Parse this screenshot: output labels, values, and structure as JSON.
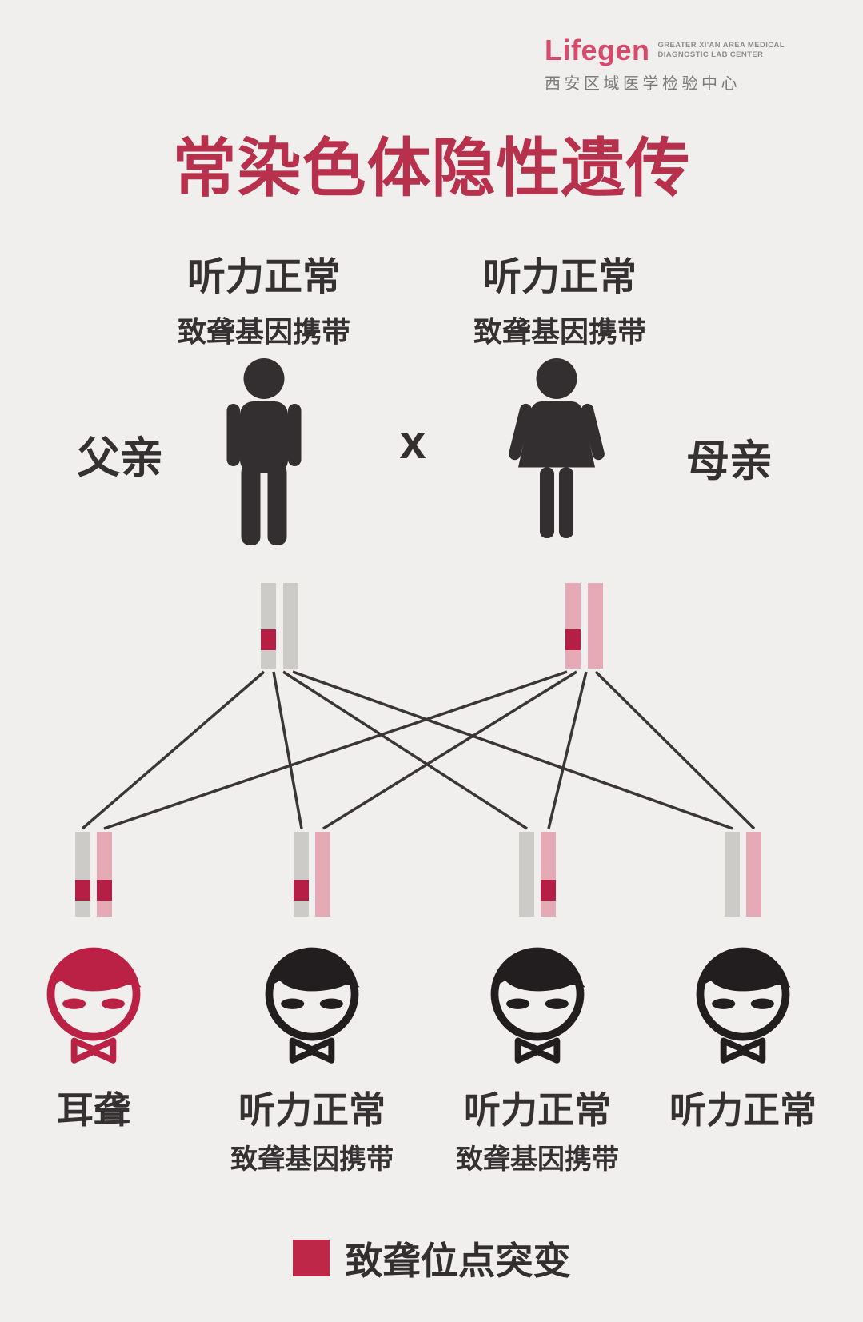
{
  "logo": {
    "brand": "Lifegen",
    "tagline_line1": "GREATER XI'AN AREA MEDICAL",
    "tagline_line2": "DIAGNOSTIC LAB CENTER",
    "subtitle": "西安区域医学检验中心"
  },
  "title": "常染色体隐性遗传",
  "parents": {
    "cross_symbol": "x",
    "father": {
      "role": "父亲",
      "hearing_status": "听力正常",
      "carrier_status": "致聋基因携带",
      "left_bar_mutated": true
    },
    "mother": {
      "role": "母亲",
      "hearing_status": "听力正常",
      "carrier_status": "致聋基因携带",
      "left_bar_mutated": true
    }
  },
  "children": [
    {
      "label": "耳聋",
      "sublabel": "",
      "affected": true,
      "gray_mutated": true,
      "pink_mutated": true
    },
    {
      "label": "听力正常",
      "sublabel": "致聋基因携带",
      "affected": false,
      "gray_mutated": true,
      "pink_mutated": false
    },
    {
      "label": "听力正常",
      "sublabel": "致聋基因携带",
      "affected": false,
      "gray_mutated": false,
      "pink_mutated": true
    },
    {
      "label": "听力正常",
      "sublabel": "",
      "affected": false,
      "gray_mutated": false,
      "pink_mutated": false
    }
  ],
  "legend": {
    "label": "致聋位点突变"
  },
  "colors": {
    "bg": "#f0efed",
    "ink": "#353132",
    "icon-ink": "#332f30",
    "title-red": "#b7314d",
    "mutation-red": "#b51f45",
    "legend-red": "#bf2749",
    "gray-bar": "#cccbc8",
    "pink-bar": "#e5aab6",
    "brand-pink": "#d84a6b",
    "logo-gray": "#8f8c8c",
    "line": "#3a3637",
    "baby-normal": "#221e1f",
    "baby-affected": "#bb2045"
  }
}
